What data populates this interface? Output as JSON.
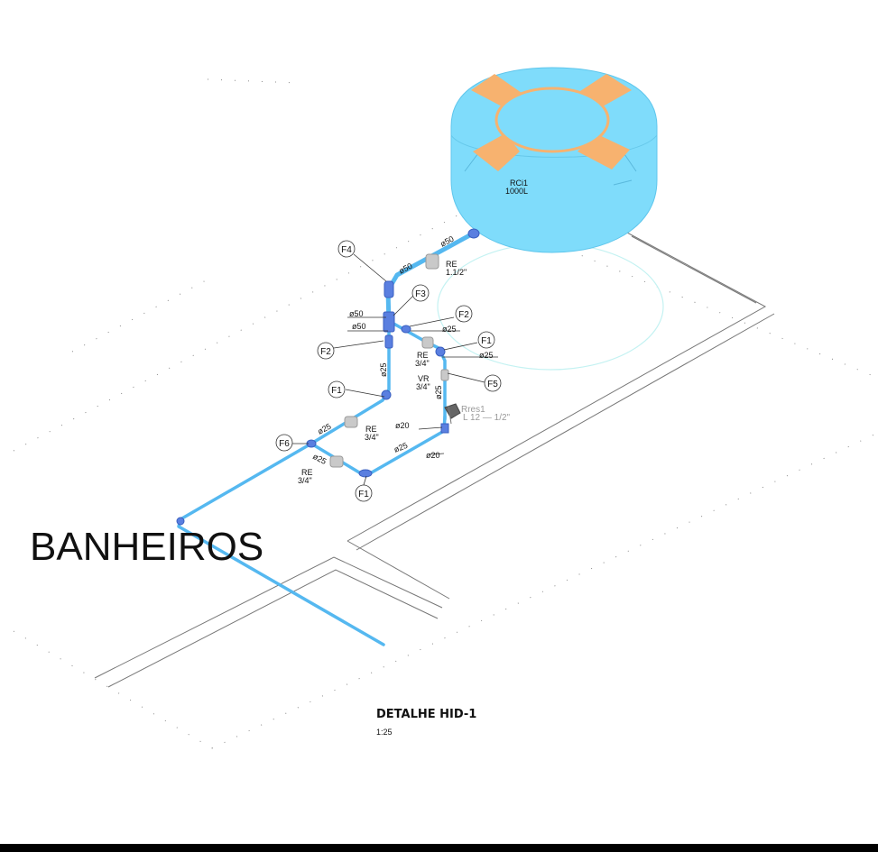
{
  "title": "DETALHE HID-1",
  "scale": "1:25",
  "room_label": "BANHEIROS",
  "tank": {
    "id": "RCi1",
    "capacity": "1000L",
    "color": "#7fdcfb",
    "handle_color": "#f7b26f"
  },
  "pipe_color": "#55b8f0",
  "fitting_color": "#5a7fe0",
  "tags": [
    "F4",
    "F3",
    "F2",
    "F2",
    "F1",
    "F1",
    "F5",
    "F6",
    "F1"
  ],
  "diameter_labels": [
    "ø50",
    "ø50",
    "ø50",
    "ø25",
    "ø25",
    "ø25",
    "ø25",
    "ø20",
    "ø25",
    "ø20",
    "ø25",
    "ø25"
  ],
  "valves": {
    "re_1": "RE",
    "re_1_size": "1.1/2\"",
    "re_2": "RE",
    "re_2_size": "3/4\"",
    "vr": "VR",
    "vr_size": "3/4\"",
    "re_3": "RE",
    "re_3_size": "3/4\"",
    "re_4": "RE",
    "re_4_size": "3/4\""
  },
  "register": {
    "label": "Rres1",
    "spec": "L  12  —  1/2\""
  }
}
